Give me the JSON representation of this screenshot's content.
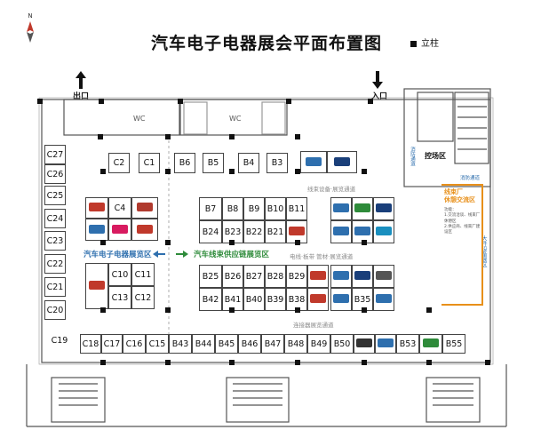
{
  "header": {
    "title": "汽车电子电器展会平面布置图",
    "legend_label": "立柱",
    "north_label": "N"
  },
  "entrances": {
    "exit_label": "出口",
    "entry_label": "入口"
  },
  "rooms": {
    "wc_left": "WC",
    "wc_right": "WC",
    "control_room": "控场区",
    "fire_passage_1": "消防通道",
    "fire_passage_2": "消防通道",
    "equipment_label": "大件设备展区"
  },
  "zones": {
    "electronics_zone": "汽车电子电器展览区",
    "harness_zone": "汽车线束供应链展览区",
    "lounge_title": "线束厂\n休憩交流区",
    "lounge_desc": "功能：\n1.交流洽谈、线束厂休憩区\n2.供应商、线束厂建设区"
  },
  "corridors": {
    "c1": "线束设备·展览通道",
    "c2": "电线·板带 管材·展览通道",
    "c3": "连接器展览通道"
  },
  "booths": {
    "left_column": [
      "C27",
      "C26",
      "C25",
      "C24",
      "C23",
      "C22",
      "C21",
      "C20",
      "C19"
    ],
    "row_c_top": [
      "C2",
      "C1"
    ],
    "row_b_top": [
      "B6",
      "B5",
      "B4",
      "B3"
    ],
    "c_block": [
      "C4",
      "C10",
      "C11",
      "C13",
      "C12"
    ],
    "b_block_row1": [
      "B7",
      "B8",
      "B9",
      "B10",
      "B11"
    ],
    "b_block_row2": [
      "B24",
      "B23",
      "B22",
      "B21"
    ],
    "b_block_row3": [
      "B25",
      "B26",
      "B27",
      "B28",
      "B29"
    ],
    "b_block_row4": [
      "B42",
      "B41",
      "B40",
      "B39",
      "B38"
    ],
    "right_block": [
      "B35"
    ],
    "bottom_row_c": [
      "C18",
      "C17",
      "C16",
      "C15"
    ],
    "bottom_row_b": [
      "B43",
      "B44",
      "B45",
      "B46",
      "B47",
      "B48",
      "B49",
      "B50",
      "B53",
      "B55"
    ]
  },
  "colors": {
    "accent_orange": "#e8901a",
    "zone_blue": "#2e6fae",
    "zone_green": "#2e8b3a",
    "wall": "#444444"
  }
}
